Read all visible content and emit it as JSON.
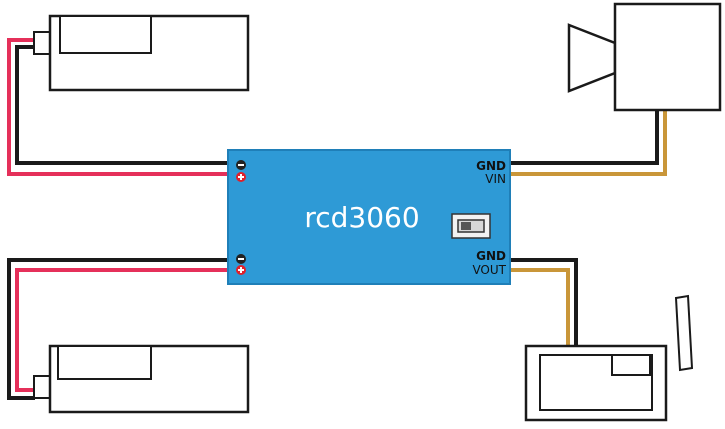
{
  "module": {
    "name": "rcd3060",
    "input_labels": {
      "gnd": "GND",
      "vin": "VIN"
    },
    "output_labels": {
      "gnd": "GND",
      "vout": "VOUT"
    },
    "colors": {
      "body": "#2e9ad6",
      "body_edge": "#1f7fb8",
      "text": "#ffffff",
      "label_text": "#111111",
      "terminal_minus": "#222222",
      "terminal_plus": "#e0202a"
    }
  },
  "wires": {
    "red": "#e5305a",
    "black": "#1a1a1a",
    "gold": "#c99639"
  },
  "devices": [
    {
      "name": "battery-top",
      "icon": "battery-icon"
    },
    {
      "name": "battery-bottom",
      "icon": "battery-icon"
    },
    {
      "name": "camera",
      "icon": "camera-icon"
    },
    {
      "name": "video-transmitter",
      "icon": "transmitter-icon"
    }
  ]
}
